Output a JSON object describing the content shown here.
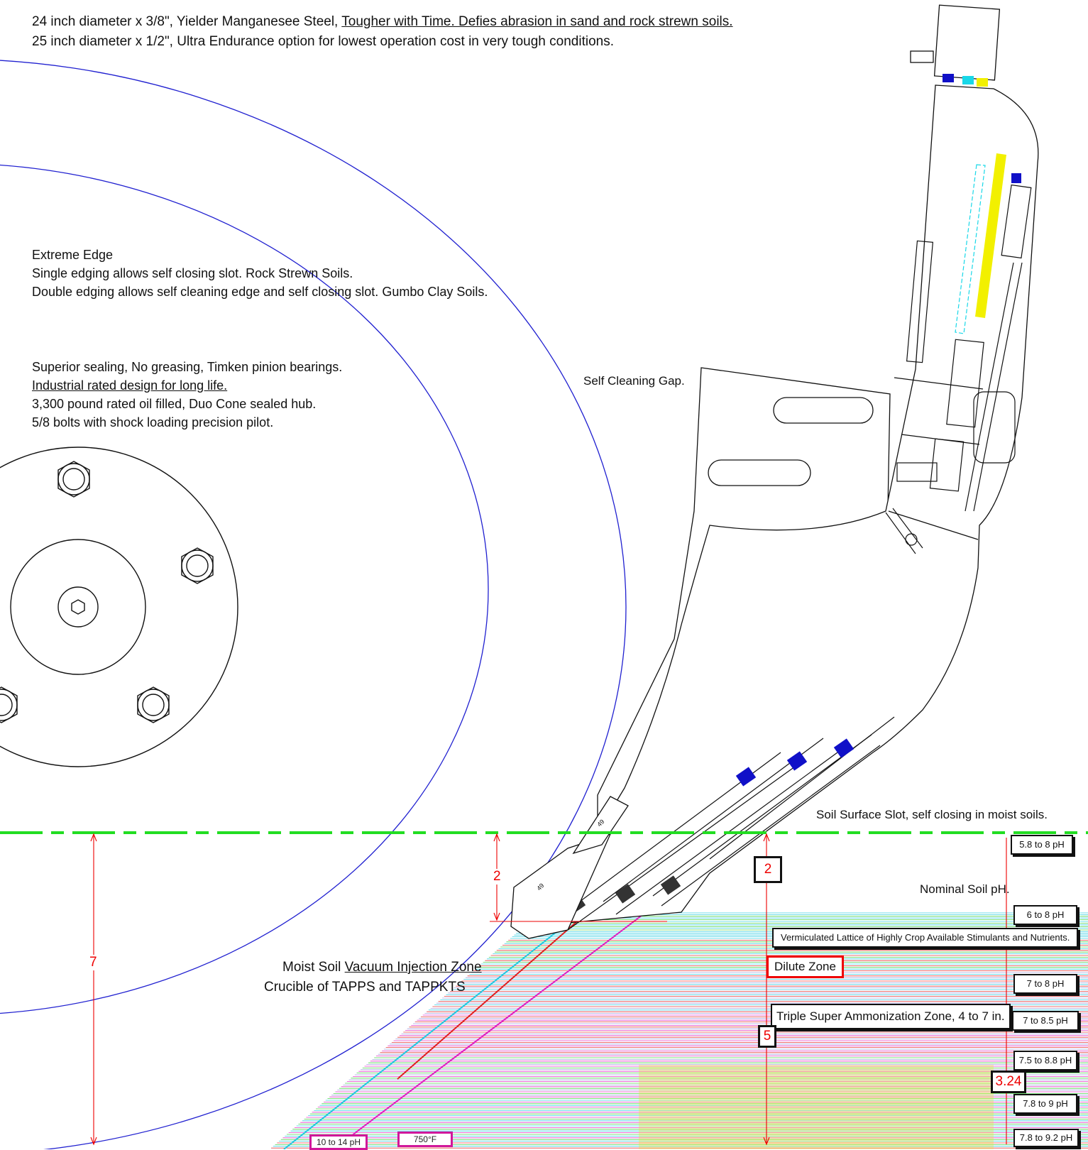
{
  "header": {
    "line1_plain": "24 inch diameter x 3/8\", Yielder Manganesee Steel, ",
    "line1_underlined": "Tougher with Time. Defies abrasion in sand and rock strewn soils. ",
    "line2": "25 inch diameter x 1/2\", Ultra Endurance option for lowest operation cost in very tough conditions."
  },
  "edge_notes": {
    "title": "Extreme Edge",
    "single": "Single edging allows self closing slot. Rock Strewn Soils.",
    "double": "Double edging allows self cleaning edge and self closing slot.  Gumbo Clay Soils."
  },
  "hub_notes": {
    "sealing": "Superior sealing, No greasing, Timken pinion bearings.",
    "industrial": "Industrial rated design for long life. ",
    "rating": "3,300 pound rated oil filled, Duo Cone sealed hub.",
    "bolts": "5/8 bolts with shock loading precision pilot."
  },
  "labels": {
    "self_cleaning_gap": "Self Cleaning Gap.",
    "soil_surface_slot": "Soil Surface Slot, self closing in moist soils.",
    "nominal_soil_ph": "Nominal Soil pH.",
    "vermiculated": "Vermiculated Lattice of Highly Crop Available Stimulants and Nutrients.",
    "dilute_zone": "Dilute Zone",
    "triple_super": "Triple Super Ammonization Zone, 4 to 7 in.",
    "moist_soil_prefix": "Moist Soil ",
    "moist_soil_underlined": "Vacuum Injection Zone",
    "crucible": "Crucible of TAPPS and TAPPKTS",
    "wear_tag_1": "49",
    "wear_tag_2": "49"
  },
  "ph_boxes": [
    "5.8  to 8 pH",
    "6 to 8 pH",
    "7 to 8 pH",
    "7 to 8.5 pH",
    "7.5 to 8.8 pH",
    "7.8  to 9 pH",
    "7.8  to 9.2 pH"
  ],
  "dimensions": {
    "depth_total": "7",
    "depth_shallow": "2",
    "depth_box_top": "2",
    "depth_box_mid": "5",
    "depth_324": "3.24"
  },
  "temperature_tags": {
    "ph_range": "10 to 14 pH",
    "temperature": "750°F"
  },
  "colors": {
    "disc_outline": "#2020d0",
    "soil_line": "#22dd22",
    "dimension_red": "#e00000",
    "fertilizer_cyan": "#22c8e0",
    "fertilizer_magenta": "#e020c0",
    "fertilizer_red": "#e02020",
    "fertilizer_green": "#33cc33",
    "fertilizer_yellow": "#e8e040",
    "tube_blue": "#1010c8",
    "tube_cyan": "#18d8e8",
    "tube_yellow": "#f2f000"
  }
}
